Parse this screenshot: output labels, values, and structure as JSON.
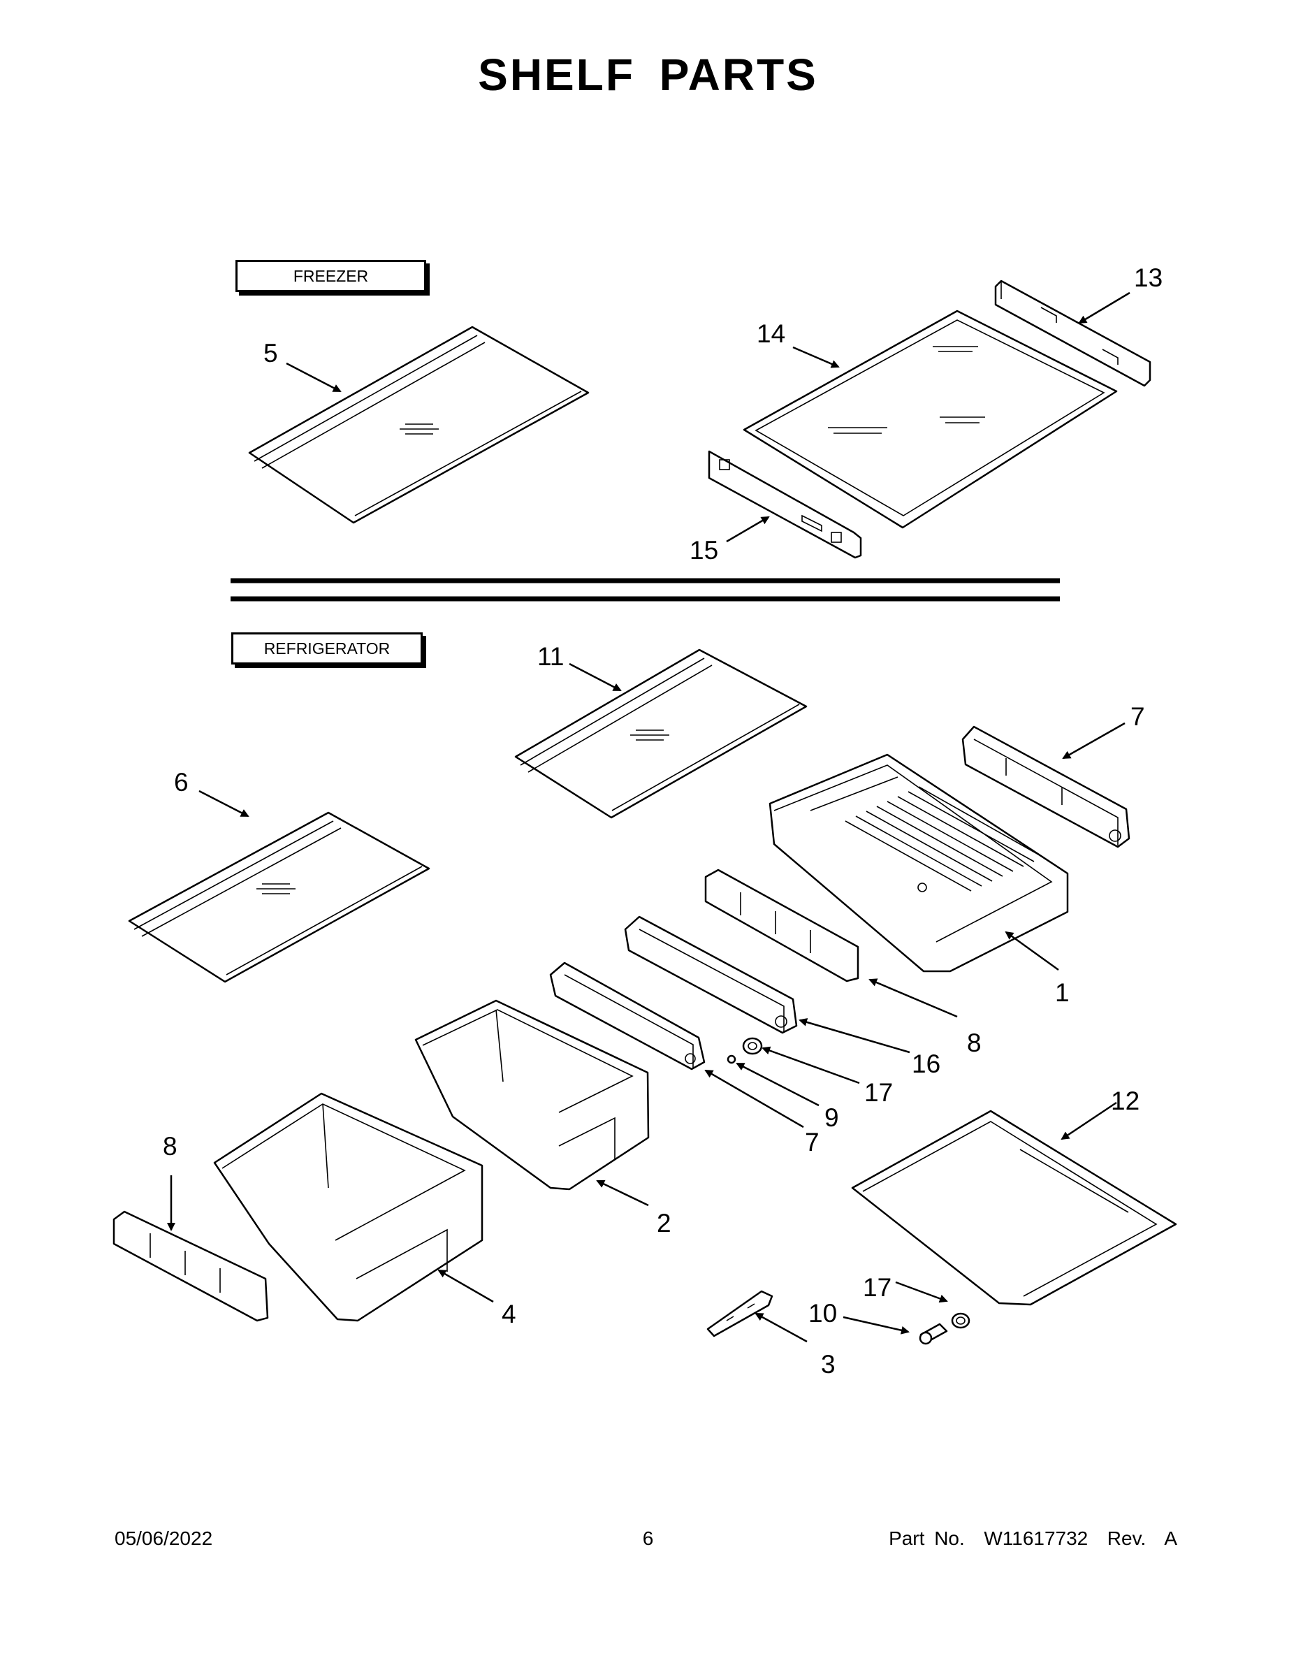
{
  "title": "SHELF PARTS",
  "sections": {
    "freezer": "FREEZER",
    "refrigerator": "REFRIGERATOR"
  },
  "callouts": [
    {
      "id": "c5",
      "text": "5"
    },
    {
      "id": "c14",
      "text": "14"
    },
    {
      "id": "c13",
      "text": "13"
    },
    {
      "id": "c15",
      "text": "15"
    },
    {
      "id": "c11",
      "text": "11"
    },
    {
      "id": "c7a",
      "text": "7"
    },
    {
      "id": "c6",
      "text": "6"
    },
    {
      "id": "c1",
      "text": "1"
    },
    {
      "id": "c8a",
      "text": "8"
    },
    {
      "id": "c16",
      "text": "16"
    },
    {
      "id": "c17a",
      "text": "17"
    },
    {
      "id": "c9",
      "text": "9"
    },
    {
      "id": "c7b",
      "text": "7"
    },
    {
      "id": "c12",
      "text": "12"
    },
    {
      "id": "c8b",
      "text": "8"
    },
    {
      "id": "c2",
      "text": "2"
    },
    {
      "id": "c4",
      "text": "4"
    },
    {
      "id": "c17b",
      "text": "17"
    },
    {
      "id": "c10",
      "text": "10"
    },
    {
      "id": "c3",
      "text": "3"
    }
  ],
  "footer": {
    "date": "05/06/2022",
    "page": "6",
    "part": "Part No.  W11617732  Rev.  A"
  }
}
